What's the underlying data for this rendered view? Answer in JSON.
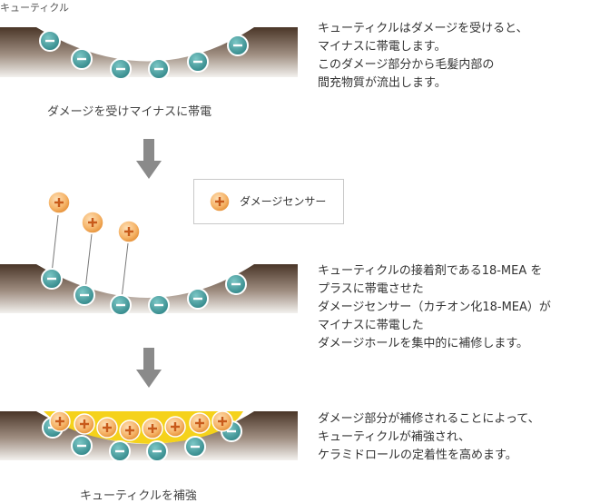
{
  "corner_label": "キューティクル",
  "panel1": {
    "caption": "ダメージを受けマイナスに帯電",
    "description": [
      "キューティクルはダメージを受けると、",
      "マイナスに帯電します。",
      "このダメージ部分から毛髪内部の",
      "間充物質が流出します。"
    ]
  },
  "legend": {
    "label": "ダメージセンサー"
  },
  "panel2": {
    "description": [
      "キューティクルの接着剤である18-MEA を",
      "プラスに帯電させた",
      "ダメージセンサー（カチオン化18-MEA）が",
      "マイナスに帯電した",
      "ダメージホールを集中的に補修します。"
    ]
  },
  "panel3": {
    "caption": "キューティクルを補強",
    "description": [
      "ダメージ部分が補修されることによって、",
      "キューティクルが補強され、",
      "ケラミドロールの定着性を高めます。"
    ]
  },
  "colors": {
    "hair_top": "#5b4535",
    "hair_bottom": "#f0eeea",
    "negative_ion": "#3f9a9b",
    "positive_ion": "#f2a04c",
    "repair_fill": "#f5d21b",
    "arrow": "#8a8a8a"
  }
}
